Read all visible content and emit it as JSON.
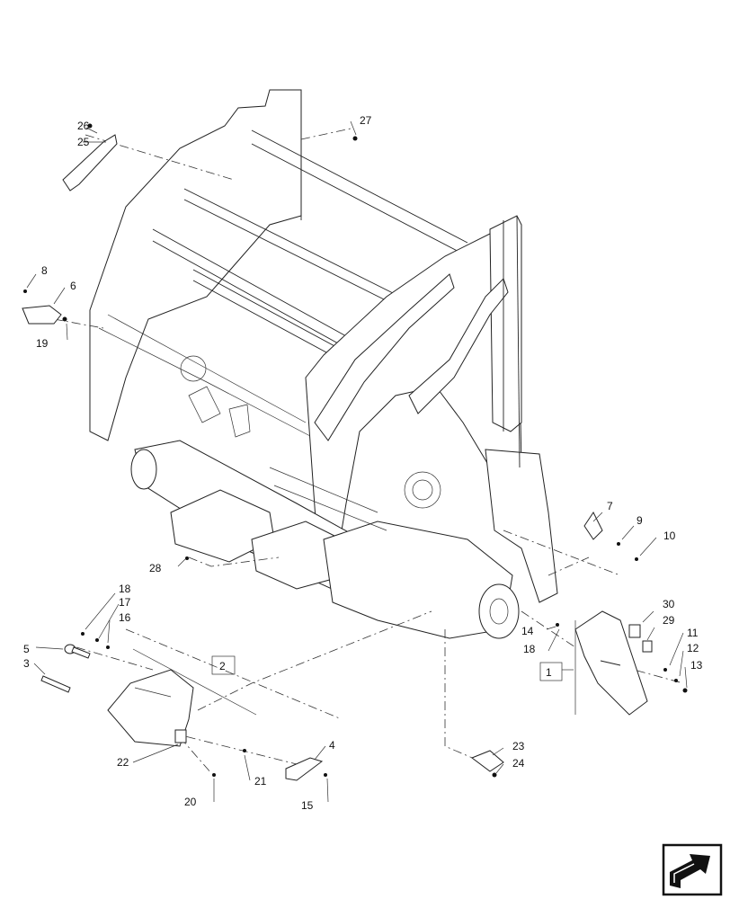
{
  "diagram": {
    "callouts": [
      "1",
      "2",
      "3",
      "4",
      "5",
      "6",
      "7",
      "8",
      "9",
      "10",
      "11",
      "12",
      "13",
      "14",
      "15",
      "16",
      "17",
      "18",
      "19",
      "20",
      "21",
      "22",
      "23",
      "24",
      "25",
      "26",
      "27",
      "28",
      "29",
      "30"
    ],
    "second_18": "18",
    "boxed": [
      "1",
      "2"
    ]
  },
  "icons": {
    "nav": "navigation-arrow-icon"
  }
}
